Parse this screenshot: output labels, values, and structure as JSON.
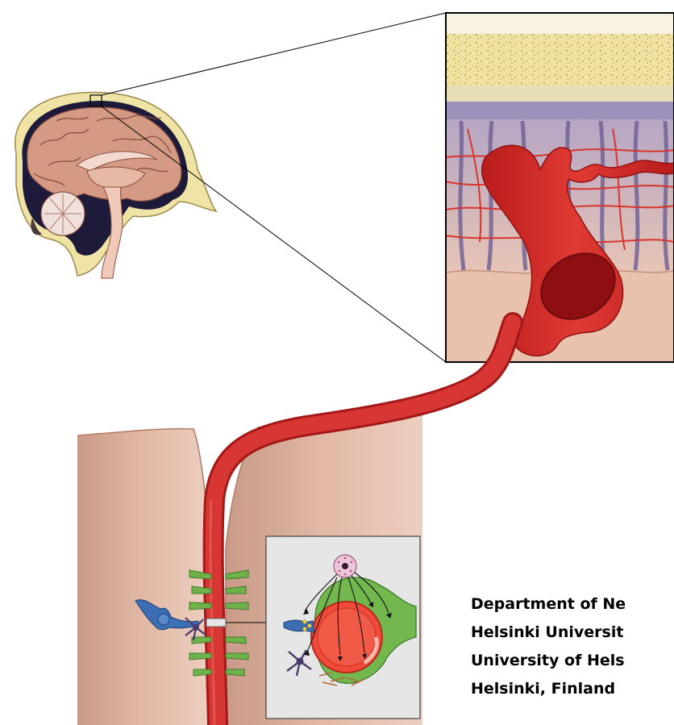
{
  "affiliation": {
    "lines": [
      "Department of Ne",
      "Helsinki Universit",
      "University of Hels",
      "Helsinki, Finland"
    ]
  },
  "colors": {
    "artery": "#d42a2a",
    "artery_dark": "#9e1414",
    "brain": "#d9a08a",
    "skull": "#efe3a6",
    "cortex": "#e6b9a6",
    "dura": "#a9a1bf",
    "astrocyte_green": "#6fb14a",
    "neuron_blue": "#3c6eb4",
    "microglia_purple": "#4a3a6a"
  },
  "illustration": {
    "subject": "brain-blood-vessel-neurovascular-unit",
    "panels": [
      "sagittal-head",
      "meninges-close-up",
      "cortex-section",
      "neurovascular-inset"
    ]
  }
}
